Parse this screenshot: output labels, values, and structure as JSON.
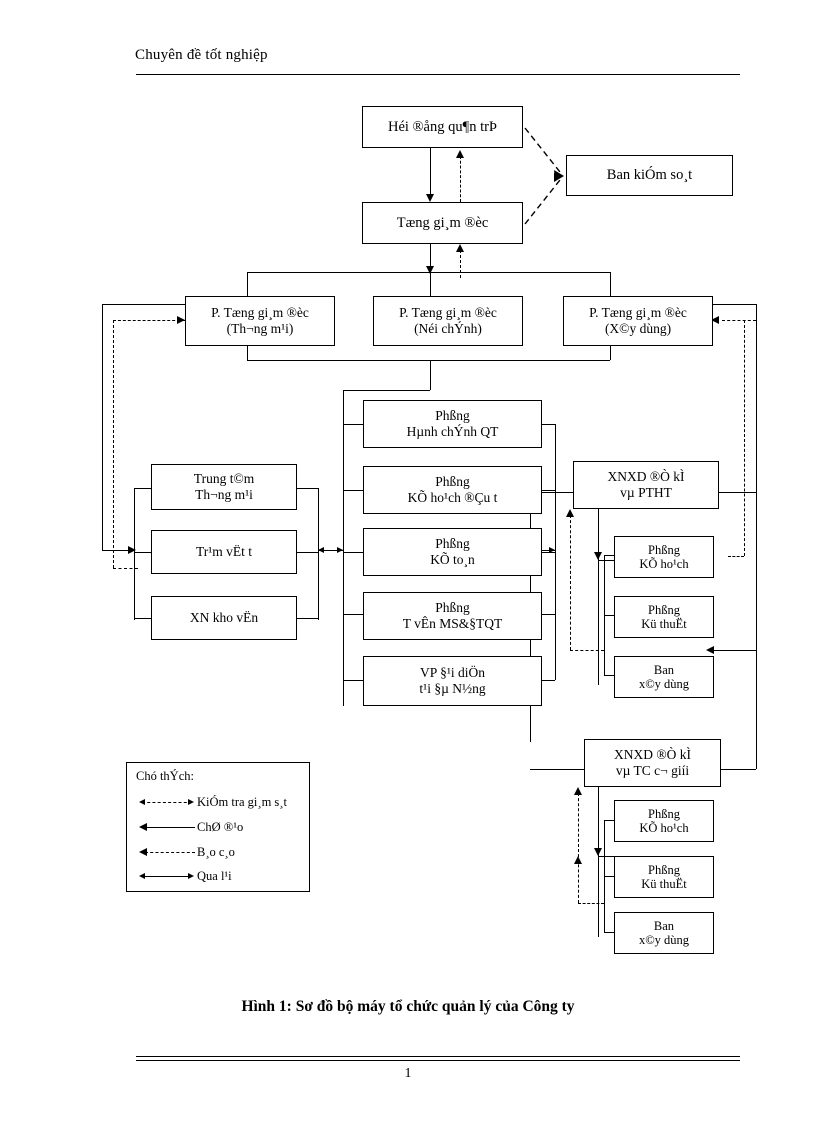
{
  "document": {
    "header": "Chuyên đề tốt nghiệp",
    "caption": "Hình 1: Sơ đồ bộ máy tổ chức quản lý của Công ty",
    "page_number": "1"
  },
  "diagram": {
    "title": "Sơ đồ bộ máy tổ chức quản lý của Công ty",
    "type": "organizational-chart",
    "nodes": {
      "board": {
        "line1": "Héi ®ång qu¶n trÞ",
        "line2": ""
      },
      "general_director": {
        "line1": "Tæng gi¸m ®èc",
        "line2": ""
      },
      "inspection_board": {
        "line1": "Ban kiÓm so¸t",
        "line2": ""
      },
      "deputy_commerce": {
        "line1": "P. Tæng gi¸m ®èc",
        "line2": "(Th¬ng  m¹i)"
      },
      "deputy_internal": {
        "line1": "P. Tæng gi¸m ®èc",
        "line2": "(Néi chÝnh)"
      },
      "deputy_construction": {
        "line1": "P. Tæng gi¸m ®èc",
        "line2": "(X©y dùng)"
      },
      "left_1": {
        "line1": "Trung t©m",
        "line2": "Th¬ng  m¹i"
      },
      "left_2": {
        "line1": "Tr¹m vËt t",
        "line2": ""
      },
      "left_3": {
        "line1": "XN kho vËn",
        "line2": ""
      },
      "mid_1": {
        "line1": "Phßng",
        "line2": "Hµnh chÝnh QT"
      },
      "mid_2": {
        "line1": "Phßng",
        "line2": "KÕ ho¹ch ®Çu t"
      },
      "mid_3": {
        "line1": "Phßng",
        "line2": "KÕ to¸n"
      },
      "mid_4": {
        "line1": "Phßng",
        "line2": "T  vÊn MS&§TQT"
      },
      "mid_5": {
        "line1": "VP §¹i diÖn",
        "line2": "t¹i §µ N½ng"
      },
      "xnxd_ptht": {
        "line1": "XNXD  ®Ò kÌ",
        "line2": "vµ PTHT"
      },
      "ptht_1": {
        "line1": "Phßng",
        "line2": "KÕ ho¹ch"
      },
      "ptht_2": {
        "line1": "Phßng",
        "line2": "Kü thuËt"
      },
      "ptht_3": {
        "line1": "Ban",
        "line2": "x©y dùng"
      },
      "xnxd_tc": {
        "line1": "XNXD  ®Ò kÌ",
        "line2": "vµ TC c¬ giíi"
      },
      "tc_1": {
        "line1": "Phßng",
        "line2": "KÕ ho¹ch"
      },
      "tc_2": {
        "line1": "Phßng",
        "line2": "Kü thuËt"
      },
      "tc_3": {
        "line1": "Ban",
        "line2": "x©y dùng"
      }
    },
    "legend": {
      "title": "Chó thÝch:",
      "items": [
        {
          "label": "KiÓm tra gi¸m  s¸t",
          "style": "dashed",
          "arrows": "both"
        },
        {
          "label": "ChØ ®¹o",
          "style": "solid",
          "arrows": "left"
        },
        {
          "label": "B¸o c¸o",
          "style": "dashed",
          "arrows": "left"
        },
        {
          "label": "Qua l¹i",
          "style": "solid",
          "arrows": "both"
        }
      ]
    }
  }
}
